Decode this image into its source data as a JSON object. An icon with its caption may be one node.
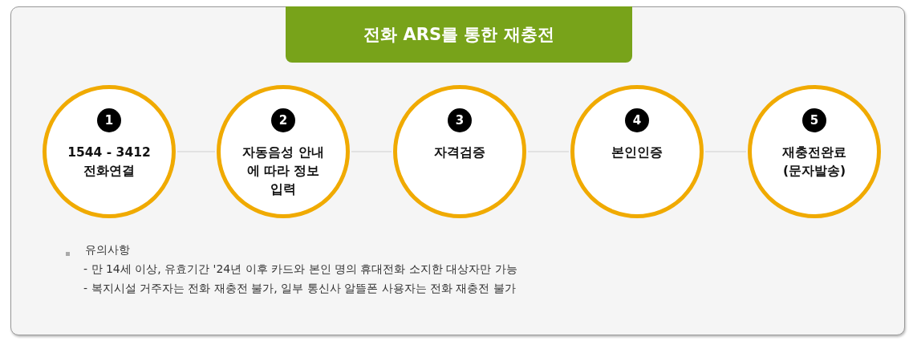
{
  "diagram": {
    "title": "전화 ARS를 통한 재충전",
    "nodes": [
      {
        "text": [
          "1",
          "1544 - 3412 전화연결"
        ]
      },
      {
        "text": [
          "2",
          "자동음성 안내에 따라 정보 입력"
        ]
      },
      {
        "text": [
          "3",
          "자격검증"
        ]
      },
      {
        "text": [
          "4",
          "본인인증"
        ]
      },
      {
        "text": [
          "5",
          "재충전완료 (문자발송)"
        ]
      }
    ],
    "edges": [
      {
        "from": 0,
        "to": 1,
        "arrow": "none"
      },
      {
        "from": 1,
        "to": 2,
        "arrow": "none"
      },
      {
        "from": 2,
        "to": 3,
        "arrow": "none"
      },
      {
        "from": 3,
        "to": 4,
        "arrow": "none"
      }
    ],
    "labels": [
      "유의사항",
      "- 만 14세 이상, 유효기간 '24년 이후 카드와 본인 명의 휴대전화 소지한 대상자만 가능",
      "- 복지시설 거주자는 전화 재충전 불가, 일부 통신사 알뜰폰 사용자는 전화 재충전 불가"
    ]
  }
}
